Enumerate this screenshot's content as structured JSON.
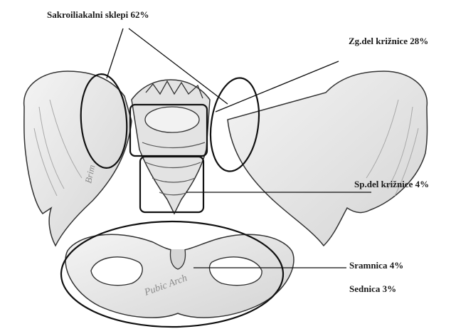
{
  "labels": {
    "sacroiliac": "Sakroiliakalni sklepi 62%",
    "upper_sacrum": "Zg.del križnice 28%",
    "lower_sacrum": "Sp.del križnice 4%",
    "pubis": "Sramnica 4%",
    "ischium": "Sednica 3%"
  },
  "engraving": {
    "brim": "Brim",
    "pubic_arch": "Pubic Arch"
  },
  "colors": {
    "ink": "#1a1a1a",
    "bone_fill": "#e9e9e9",
    "bone_shade": "#bdbdbd"
  }
}
